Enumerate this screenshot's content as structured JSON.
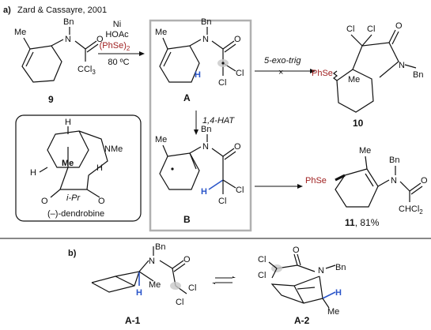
{
  "part_a": {
    "letter": "a)",
    "reference": "Zard & Cassayre, 2001"
  },
  "part_b": {
    "letter": "b)"
  },
  "reagents": {
    "line1": "Ni",
    "line2": "HOAc",
    "line3": "(PhSe)",
    "line3_sub": "2",
    "line4": "80 ºC"
  },
  "step_exo": {
    "label": "5-exo-trig"
  },
  "step_hat": {
    "label": "1,4-HAT"
  },
  "labels": {
    "me": "Me",
    "bn": "Bn",
    "n": "N",
    "o": "O",
    "cl": "Cl",
    "h": "H",
    "ccl3": "CCl",
    "ccl3_sub": "3",
    "phse": "PhSe",
    "nme": "NMe",
    "ipr": "i-Pr",
    "chcl2": "CHCl",
    "chcl2_sub": "2"
  },
  "compounds": {
    "c9": "9",
    "cA": "A",
    "cB": "B",
    "c10": "10",
    "c11": "11",
    "yield11": ", 81%",
    "dendrobine": "(–)-dendrobine",
    "a1": "A-1",
    "a2": "A-2"
  },
  "colors": {
    "accent_red": "#9e1c1c",
    "accent_blue": "#2a55c9",
    "box_gray": "#b0b0b0"
  }
}
